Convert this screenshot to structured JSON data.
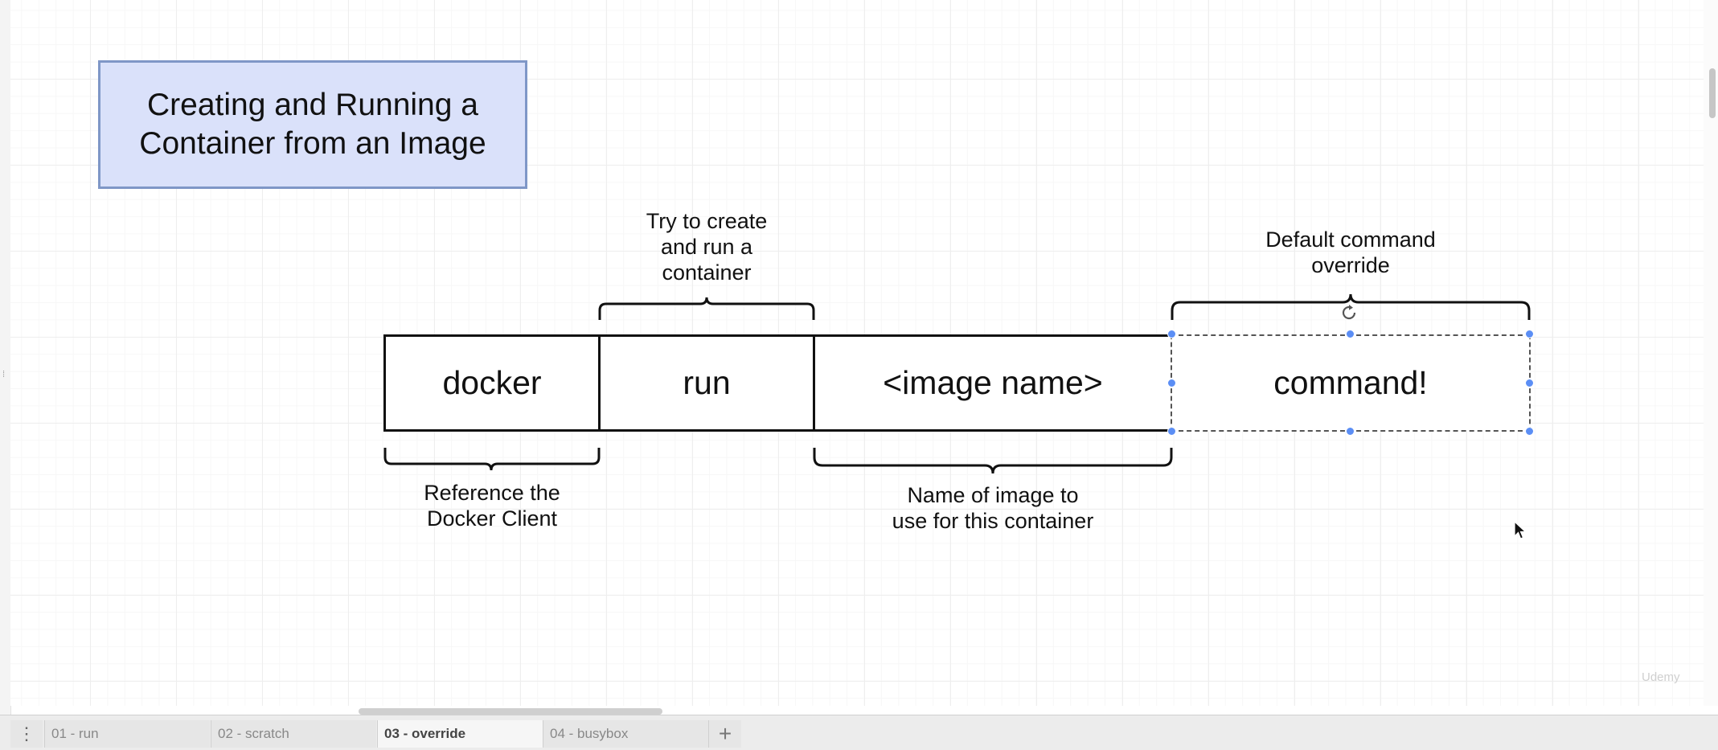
{
  "title_box": {
    "text": "Creating and Running a\nContainer from an Image"
  },
  "command_cells": [
    {
      "id": "docker",
      "text": "docker"
    },
    {
      "id": "run",
      "text": "run"
    },
    {
      "id": "image",
      "text": "<image name>"
    },
    {
      "id": "command",
      "text": "command!",
      "selected": true
    }
  ],
  "annotations": {
    "run": "Try to create\nand run a\ncontainer",
    "command": "Default command\noverride",
    "docker": "Reference the\nDocker Client",
    "image": "Name of image to\nuse for this container"
  },
  "tabs": [
    {
      "label": "01 - run",
      "active": false
    },
    {
      "label": "02 - scratch",
      "active": false
    },
    {
      "label": "03 - override",
      "active": true
    },
    {
      "label": "04 - busybox",
      "active": false
    }
  ],
  "tab_menu_icon": "more-vertical-icon",
  "add_tab_icon": "plus-icon",
  "watermark": "Udemy",
  "colors": {
    "title_fill": "#dae1fa",
    "title_border": "#7f97c7",
    "selection": "#5b8ef5"
  }
}
